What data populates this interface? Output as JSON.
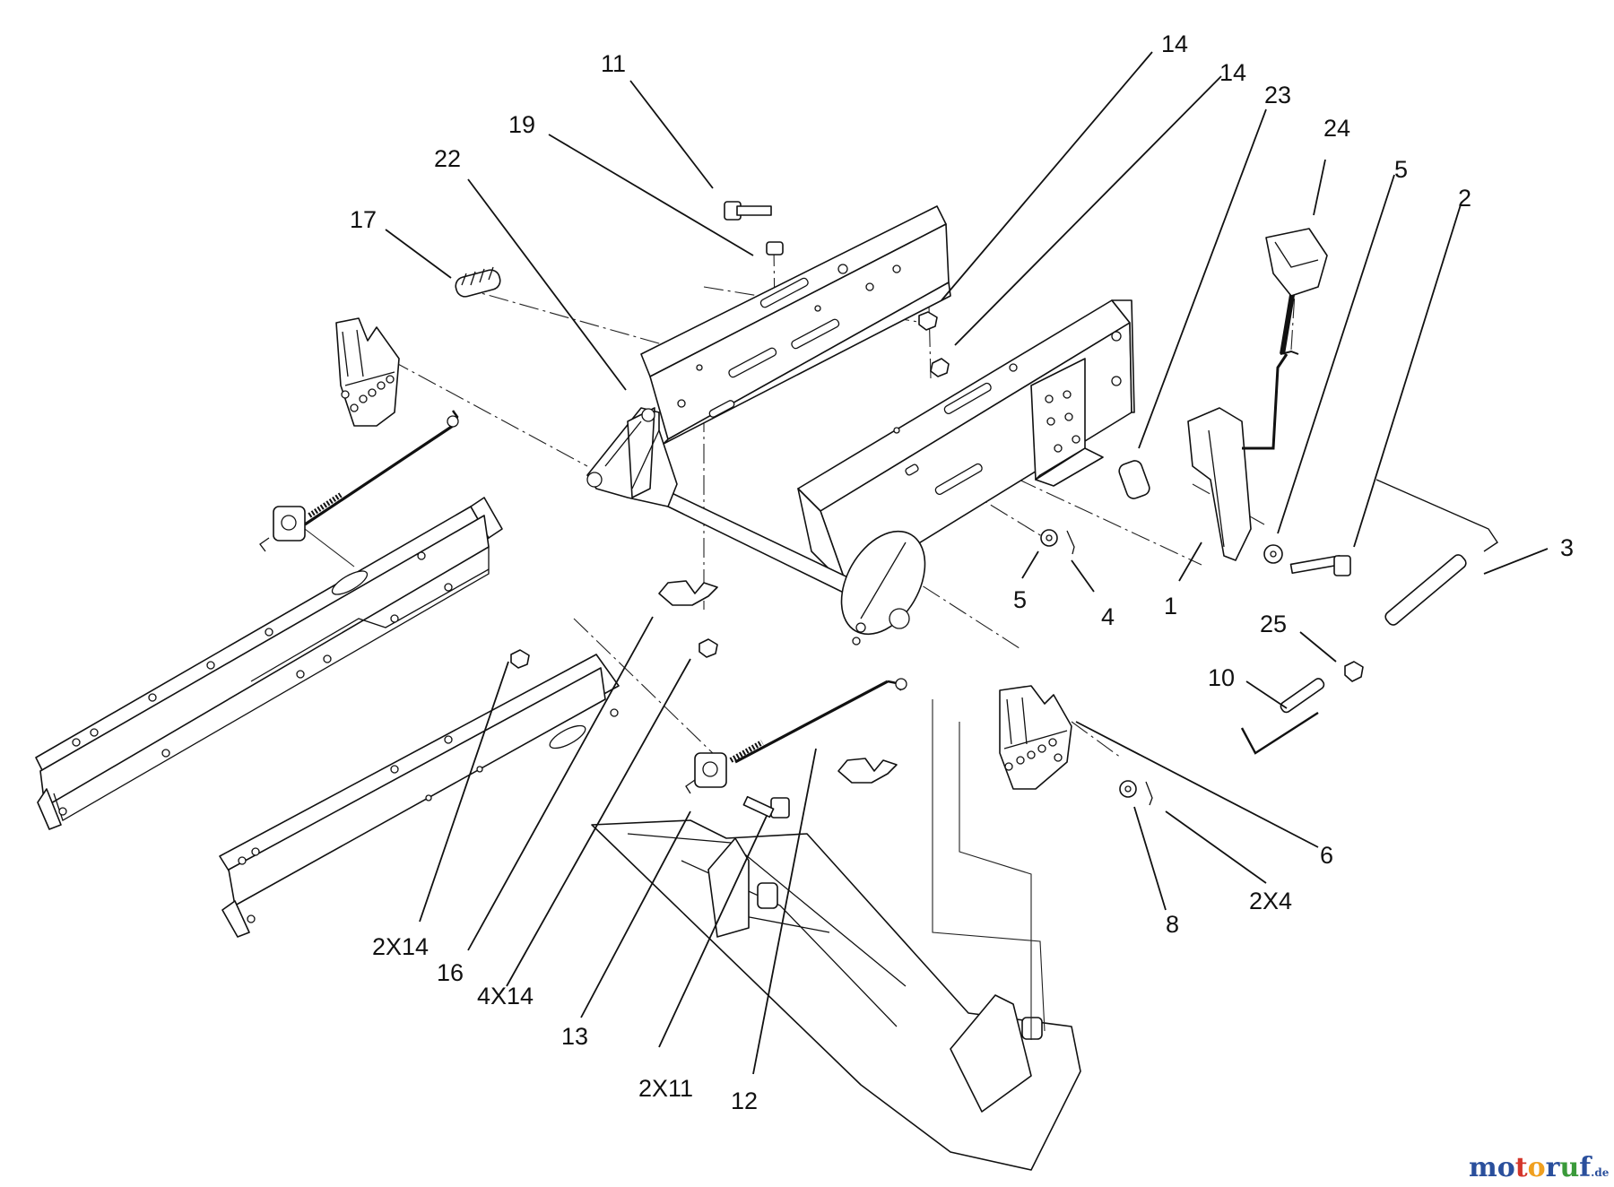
{
  "callouts": {
    "c11": "11",
    "c19": "19",
    "c22": "22",
    "c17": "17",
    "c14a": "14",
    "c14b": "14",
    "c23": "23",
    "c24": "24",
    "c5a": "5",
    "c2": "2",
    "c3": "3",
    "c5b": "5",
    "c4": "4",
    "c1": "1",
    "c25": "25",
    "c10": "10",
    "c6": "6",
    "c2x4": "2X4",
    "c8": "8",
    "c2x14": "2X14",
    "c16": "16",
    "c4x14": "4X14",
    "c13": "13",
    "c2x11": "2X11",
    "c12": "12"
  },
  "watermark": {
    "m": "m",
    "o1": "o",
    "t": "t",
    "o2": "o",
    "r": "r",
    "u": "u",
    "f": "f",
    "de": ".de"
  },
  "colors": {
    "line": "#111111",
    "wm_blue": "#2a4f9c",
    "wm_red": "#d4362b",
    "wm_orange": "#f0a020",
    "wm_green": "#3a9a3a"
  }
}
